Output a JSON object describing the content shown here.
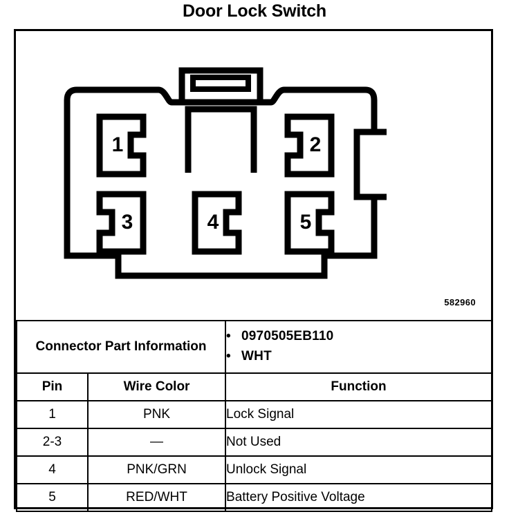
{
  "page": {
    "title": "Door Lock Switch",
    "background": "#ffffff",
    "ink": "#000000"
  },
  "diagram": {
    "name": "door-lock-switch-connector-face-view",
    "reference_number": "582960",
    "cavity_labels": [
      "1",
      "2",
      "3",
      "4",
      "5"
    ],
    "cavities": [
      {
        "label": "1",
        "row": "top",
        "notch_side": "right"
      },
      {
        "label": "2",
        "row": "top",
        "notch_side": "left"
      },
      {
        "label": "3",
        "row": "bottom",
        "notch_side": "left"
      },
      {
        "label": "4",
        "row": "bottom",
        "notch_side": "right"
      },
      {
        "label": "5",
        "row": "bottom",
        "notch_side": "right"
      }
    ]
  },
  "connector_part_information": {
    "header": "Connector Part Information",
    "bullet_glyph": "•",
    "values": [
      "0970505EB110",
      "WHT"
    ]
  },
  "pin_table": {
    "columns": [
      "Pin",
      "Wire Color",
      "Function"
    ],
    "rows": [
      {
        "pin": "1",
        "wire_color": "PNK",
        "function": "Lock Signal"
      },
      {
        "pin": "2-3",
        "wire_color": "—",
        "function": "Not Used"
      },
      {
        "pin": "4",
        "wire_color": "PNK/GRN",
        "function": "Unlock Signal"
      },
      {
        "pin": "5",
        "wire_color": "RED/WHT",
        "function": "Battery Positive Voltage"
      }
    ]
  }
}
